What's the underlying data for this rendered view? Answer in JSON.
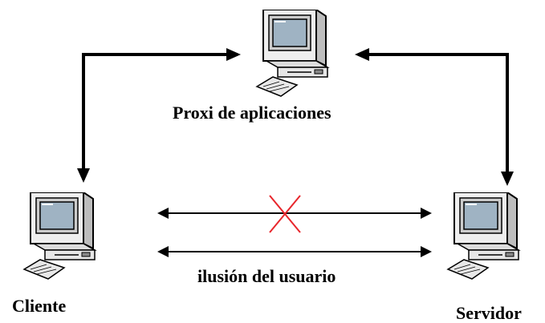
{
  "labels": {
    "proxy": "Proxi de aplicaciones",
    "client": "Cliente",
    "server": "Servidor",
    "illusion": "ilusión del usuario"
  },
  "colors": {
    "stroke": "#000000",
    "cross": "#e8262c",
    "monitor_body": "#eeeeee",
    "screen_bezel": "#cccccc",
    "screen": "#9fb3c3"
  },
  "icons": {
    "proxy": "desktop-computer-icon",
    "client": "desktop-computer-icon",
    "server": "desktop-computer-icon",
    "blocked": "red-x-mark"
  }
}
